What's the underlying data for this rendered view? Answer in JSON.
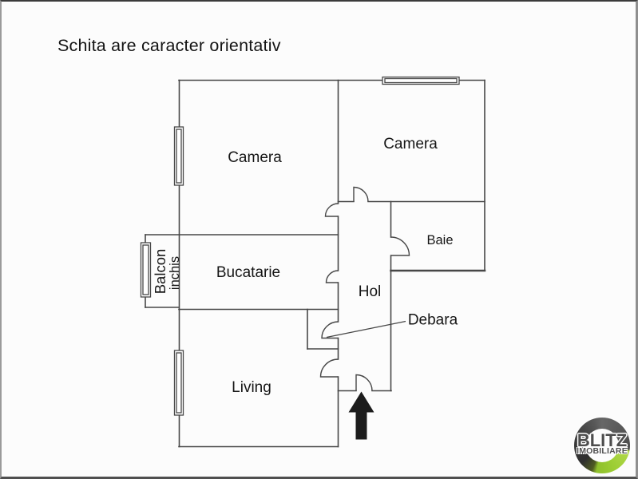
{
  "title": "Schita are caracter orientativ",
  "plan": {
    "rooms": [
      {
        "id": "camera-1",
        "label": "Camera"
      },
      {
        "id": "camera-2",
        "label": "Camera"
      },
      {
        "id": "baie",
        "label": "Baie"
      },
      {
        "id": "bucatarie",
        "label": "Bucatarie"
      },
      {
        "id": "hol",
        "label": "Hol"
      },
      {
        "id": "debara",
        "label": "Debara"
      },
      {
        "id": "living",
        "label": "Living"
      },
      {
        "id": "balcon",
        "label": "Balcon",
        "sublabel": "inchis"
      }
    ],
    "features": {
      "windows": 4,
      "doors": 7,
      "entrance_marker": "black arrow pointing up at main entrance"
    }
  },
  "icons": {
    "entrance_arrow": "filled-up-arrow",
    "logo_mark": "segmented-ring"
  },
  "logo": {
    "brand": "BLITZ",
    "subtitle": "IMOBILIARE",
    "accent_green": "#9cc732",
    "ring_dark": "#474747"
  },
  "colors": {
    "background": "#fcfcfc",
    "wall": "#474747",
    "text": "#161616",
    "arrow": "#1c1c1c"
  }
}
